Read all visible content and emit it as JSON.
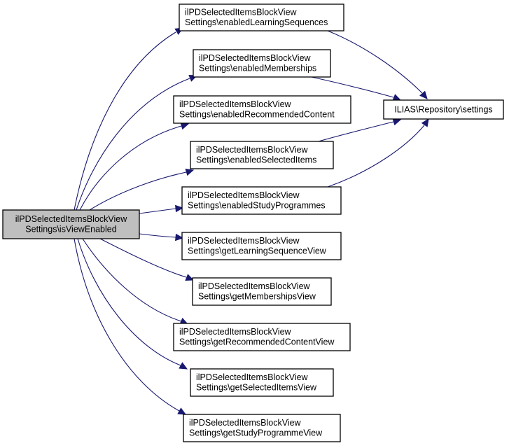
{
  "diagram": {
    "type": "call-graph",
    "colors": {
      "edge": "#191970",
      "node_border": "#000000",
      "node_fill": "#ffffff",
      "focus_fill": "#bfbfbf"
    },
    "nodes": [
      {
        "id": "root",
        "lines": [
          "ilPDSelectedItemsBlockView",
          "Settings\\isViewEnabled"
        ],
        "focus": true
      },
      {
        "id": "n1",
        "lines": [
          "ilPDSelectedItemsBlockView",
          "Settings\\enabledLearningSequences"
        ]
      },
      {
        "id": "n2",
        "lines": [
          "ilPDSelectedItemsBlockView",
          "Settings\\enabledMemberships"
        ]
      },
      {
        "id": "n3",
        "lines": [
          "ilPDSelectedItemsBlockView",
          "Settings\\enabledRecommendedContent"
        ]
      },
      {
        "id": "n4",
        "lines": [
          "ilPDSelectedItemsBlockView",
          "Settings\\enabledSelectedItems"
        ]
      },
      {
        "id": "n5",
        "lines": [
          "ilPDSelectedItemsBlockView",
          "Settings\\enabledStudyProgrammes"
        ]
      },
      {
        "id": "n6",
        "lines": [
          "ilPDSelectedItemsBlockView",
          "Settings\\getLearningSequenceView"
        ]
      },
      {
        "id": "n7",
        "lines": [
          "ilPDSelectedItemsBlockView",
          "Settings\\getMembershipsView"
        ]
      },
      {
        "id": "n8",
        "lines": [
          "ilPDSelectedItemsBlockView",
          "Settings\\getRecommendedContentView"
        ]
      },
      {
        "id": "n9",
        "lines": [
          "ilPDSelectedItemsBlockView",
          "Settings\\getSelectedItemsView"
        ]
      },
      {
        "id": "n10",
        "lines": [
          "ilPDSelectedItemsBlockView",
          "Settings\\getStudyProgrammeView"
        ]
      },
      {
        "id": "ilias",
        "lines": [
          "ILIAS\\Repository\\settings"
        ]
      }
    ],
    "edges": [
      {
        "from": "root",
        "to": "n1"
      },
      {
        "from": "root",
        "to": "n2"
      },
      {
        "from": "root",
        "to": "n3"
      },
      {
        "from": "root",
        "to": "n4"
      },
      {
        "from": "root",
        "to": "n5"
      },
      {
        "from": "root",
        "to": "n6"
      },
      {
        "from": "root",
        "to": "n7"
      },
      {
        "from": "root",
        "to": "n8"
      },
      {
        "from": "root",
        "to": "n9"
      },
      {
        "from": "root",
        "to": "n10"
      },
      {
        "from": "n1",
        "to": "ilias"
      },
      {
        "from": "n2",
        "to": "ilias"
      },
      {
        "from": "n4",
        "to": "ilias"
      },
      {
        "from": "n5",
        "to": "ilias"
      }
    ]
  }
}
